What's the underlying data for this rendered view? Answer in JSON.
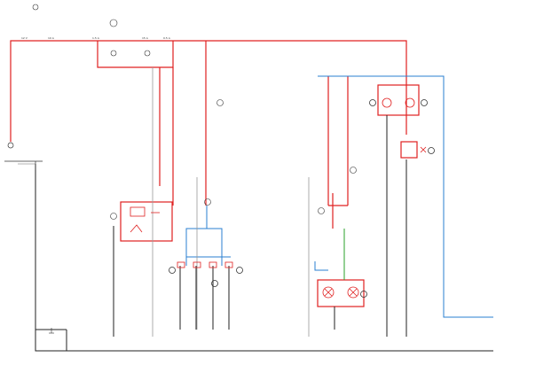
{
  "diagram": {
    "colors": {
      "power": "#e02020",
      "signal": "#2a7fd0",
      "ground": "#222222",
      "green": "#2aa02a",
      "light": "#9a9a9a"
    },
    "top_labels": [
      "12 V",
      "10 A",
      "1.5 A",
      "15 A",
      "0.5 A"
    ],
    "legend": {
      "title": "",
      "items": []
    }
  }
}
